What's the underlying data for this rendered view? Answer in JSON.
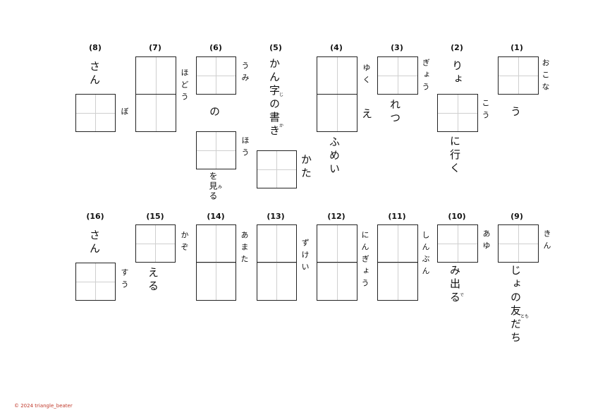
{
  "questions": [
    {
      "num": "(1)",
      "parts": [
        "う"
      ],
      "furi": "おこな"
    },
    {
      "num": "(2)",
      "parts": [
        "りょ",
        "に行く"
      ],
      "furi1": "ぎょう",
      "furi2": "こう"
    },
    {
      "num": "(3)",
      "parts": [
        "れつ"
      ],
      "furi": "ゆく"
    },
    {
      "num": "(4)",
      "parts": [
        "え",
        "ふめい"
      ]
    },
    {
      "num": "(5)",
      "parts": [
        "かん字の書き",
        "かた"
      ],
      "ruby1": "じ",
      "ruby2": "か"
    },
    {
      "num": "(6)",
      "parts": [
        "の",
        "を見る"
      ],
      "furi1": "うみ",
      "furi2": "ほう",
      "ruby": "み"
    },
    {
      "num": "(7)",
      "parts": [],
      "furi": "ほどう"
    },
    {
      "num": "(8)",
      "parts": [
        "さん"
      ],
      "furi": "ぼ"
    },
    {
      "num": "(9)",
      "parts": [
        "じょの友だち"
      ],
      "furi": "きん",
      "ruby": "とも"
    },
    {
      "num": "(10)",
      "parts": [
        "み出る"
      ],
      "furi": "あゆ",
      "ruby": "で"
    },
    {
      "num": "(11)",
      "parts": [],
      "furi": "しんぶん"
    },
    {
      "num": "(12)",
      "parts": [],
      "furi": "にんぎょう"
    },
    {
      "num": "(13)",
      "parts": [],
      "furi": "ずけい"
    },
    {
      "num": "(14)",
      "parts": [],
      "furi": "あまた"
    },
    {
      "num": "(15)",
      "parts": [
        "える"
      ],
      "furi": "かぞ"
    },
    {
      "num": "(16)",
      "parts": [
        "さん"
      ],
      "furi": "すう"
    }
  ],
  "copyright": "© 2024 triangle_beater"
}
